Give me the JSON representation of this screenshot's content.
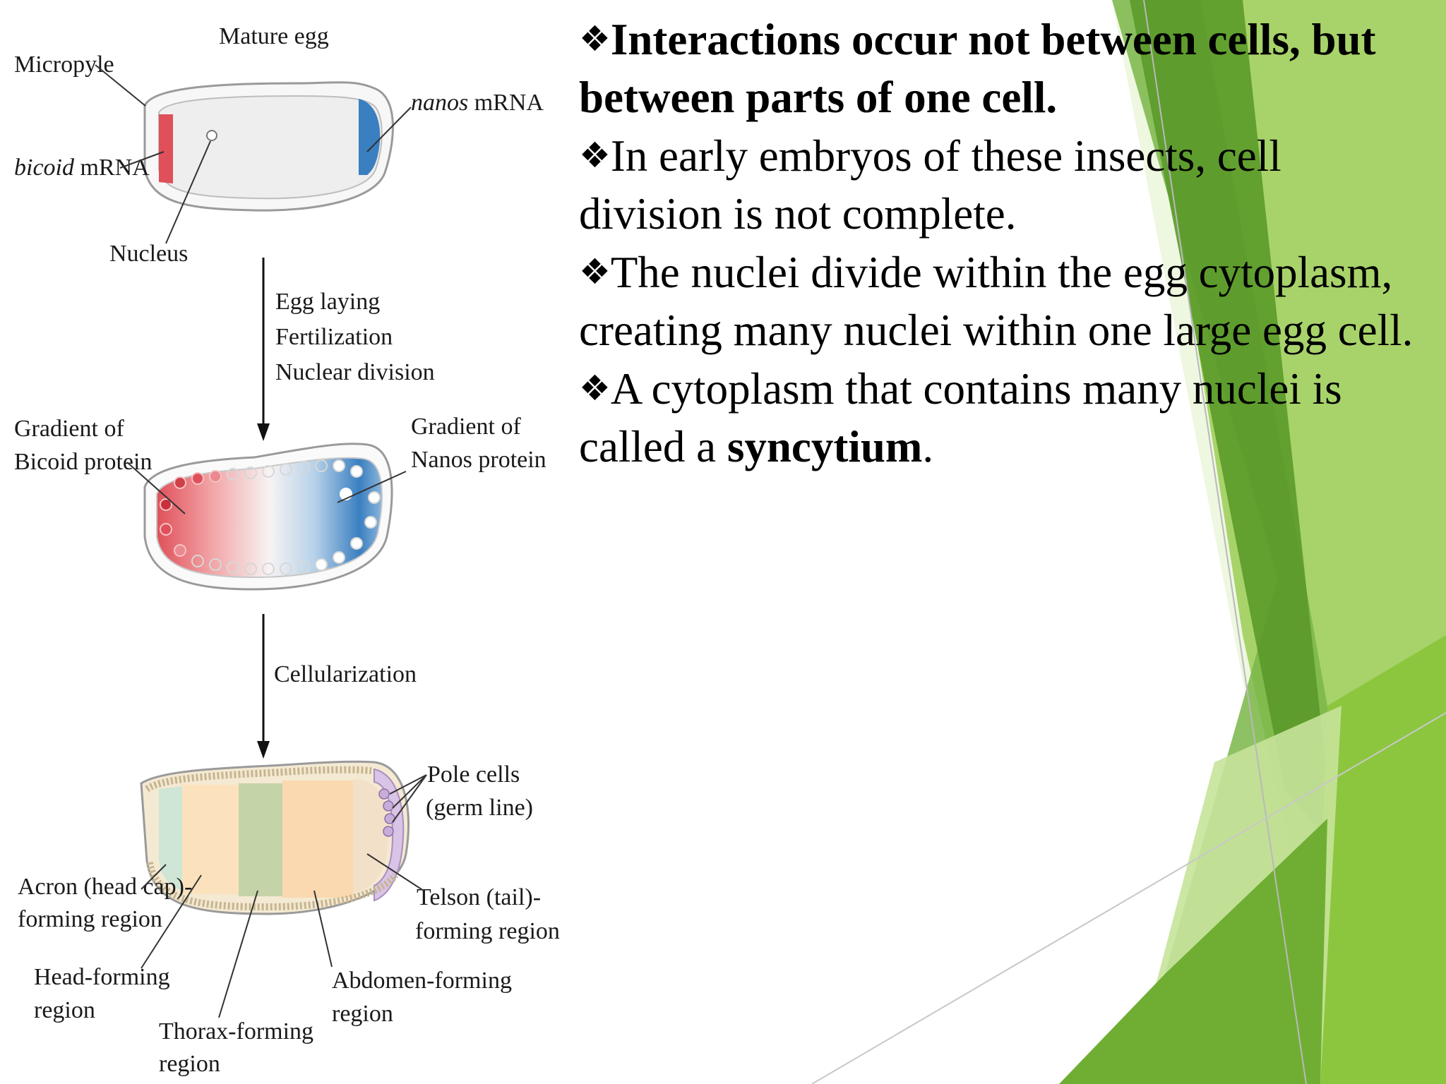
{
  "bullets": [
    {
      "marker": "❖",
      "segments": [
        {
          "text": "Interactions  occur not between cells, but between parts of one cell.",
          "bold": true
        }
      ]
    },
    {
      "marker": "❖",
      "segments": [
        {
          "text": "In early  embryos of these insects, cell division is not complete.",
          "bold": false
        }
      ]
    },
    {
      "marker": "❖",
      "segments": [
        {
          "text": "The nuclei divide within the egg cytoplasm, creating many nuclei within one large egg cell.",
          "bold": false
        }
      ]
    },
    {
      "marker": "❖",
      "segments": [
        {
          "text": "A cytoplasm that contains many  nuclei is called a ",
          "bold": false
        },
        {
          "text": "syncytium",
          "bold": true
        },
        {
          "text": ".",
          "bold": false
        }
      ]
    }
  ],
  "figure": {
    "mature_egg": "Mature egg",
    "micropyle": "Micropyle",
    "nanos_italic": "nanos",
    "nanos_rest": " mRNA",
    "bicoid_italic": "bicoid",
    "bicoid_rest": " mRNA",
    "nucleus": "Nucleus",
    "step1_line1": "Egg laying",
    "step1_line2": "Fertilization",
    "step1_line3": "Nuclear division",
    "bicoid_grad_line1": "Gradient of",
    "bicoid_grad_line2": "Bicoid protein",
    "nanos_grad_line1": "Gradient of",
    "nanos_grad_line2": "Nanos protein",
    "step2": "Cellularization",
    "pole_line1": "Pole cells",
    "pole_line2": "(germ line)",
    "acron_line1": "Acron (head cap)-",
    "acron_line2": "forming region",
    "telson_line1": "Telson (tail)-",
    "telson_line2": "forming region",
    "head_line1": "Head-forming",
    "head_line2": "region",
    "abdomen_line1": "Abdomen-forming",
    "abdomen_line2": "region",
    "thorax_line1": "Thorax-forming",
    "thorax_line2": "region"
  },
  "colors": {
    "bicoid_red": "#e0505a",
    "nanos_blue": "#3a7fc0",
    "acron": "#cfe6d6",
    "head": "#fbe2bd",
    "thorax": "#c4d4a8",
    "abdomen": "#fad8b0",
    "telson": "#d9c3e6",
    "green_dark": "#5a9a2a",
    "green_mid": "#8cc63f",
    "green_light": "#c6e39a"
  }
}
